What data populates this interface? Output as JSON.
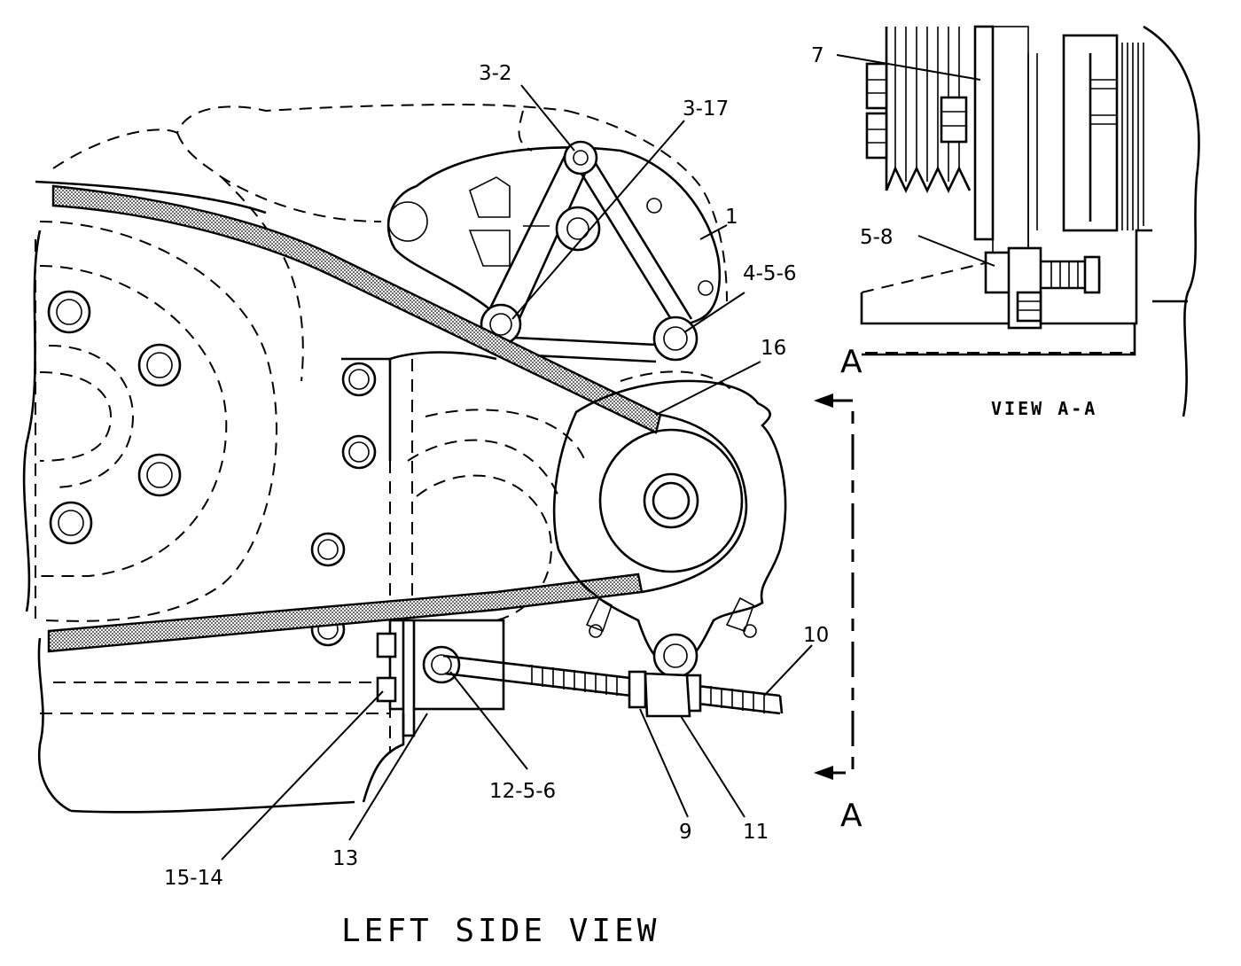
{
  "labels": {
    "l_3_2": "3-2",
    "l_3_17": "3-17",
    "l_1": "1",
    "l_4_5_6": "4-5-6",
    "l_16": "16",
    "l_10": "10",
    "l_12_5_6": "12-5-6",
    "l_9": "9",
    "l_11": "11",
    "l_13": "13",
    "l_15_14": "15-14",
    "l_7": "7",
    "l_5_8": "5-8"
  },
  "section": {
    "letter_top": "A",
    "letter_bottom": "A",
    "letter_view": "A",
    "view_title": "VIEW A-A"
  },
  "main_title": "LEFT SIDE VIEW"
}
